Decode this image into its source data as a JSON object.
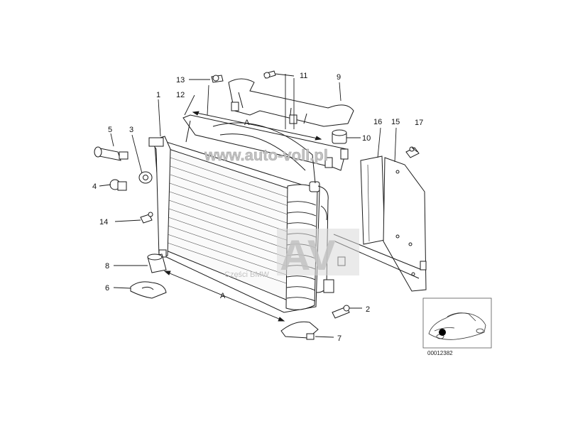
{
  "callouts": {
    "p1": "1",
    "p2": "2",
    "p3": "3",
    "p4": "4",
    "p5": "5",
    "p6": "6",
    "p7": "7",
    "p8": "8",
    "p9": "9",
    "p10": "10",
    "p11": "11",
    "p12": "12",
    "p13": "13",
    "p14": "14",
    "p15": "15",
    "p16": "16",
    "p17": "17"
  },
  "dimensions": {
    "top": "A",
    "bottom": "A"
  },
  "watermark": {
    "url": "www.auto-voll.pl",
    "mark": "AV",
    "caption": "Części BMW"
  },
  "thumbnail": {
    "code": "00012382"
  },
  "colors": {
    "line": "#1a1a1a",
    "watermark": "#c2c2c2",
    "highlight": "#000000"
  }
}
